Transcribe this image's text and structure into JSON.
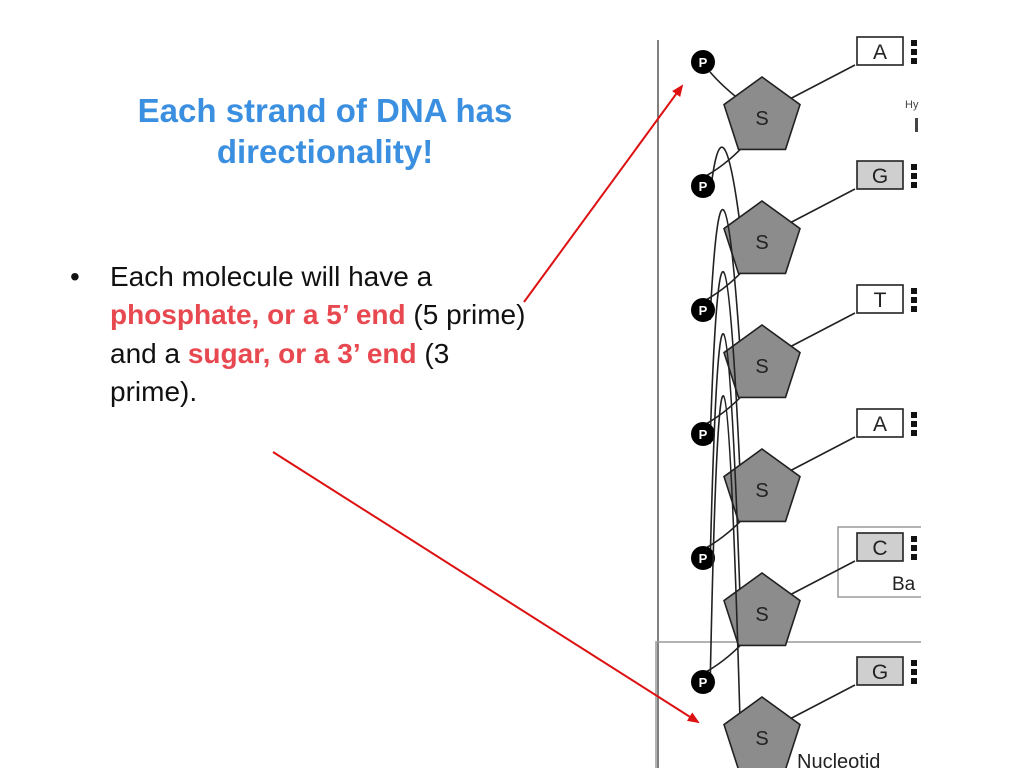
{
  "slide": {
    "title_line1": "Each strand of DNA has",
    "title_line2": "directionality!",
    "bullet": {
      "symbol": "•",
      "part1": "Each molecule will have a ",
      "hl1": "phosphate, or a 5’ end",
      "part2": " (5 prime) and a ",
      "hl2": "sugar, or a 3’ end",
      "part3": " (3 prime)."
    }
  },
  "diagram": {
    "phosphate_label": "P",
    "sugar_label": "S",
    "bases": [
      "A",
      "G",
      "T",
      "A",
      "C",
      "G"
    ],
    "partial_labels": {
      "hydrogen": "Hy",
      "base": "Ba",
      "nucleotide": "Nucleotid"
    }
  },
  "colors": {
    "title": "#3a8fe0",
    "highlight": "#e8484f",
    "arrow": "#dd1111",
    "sugar_fill": "#8c8c8c",
    "base_fill_gray": "#cfcfcf"
  }
}
